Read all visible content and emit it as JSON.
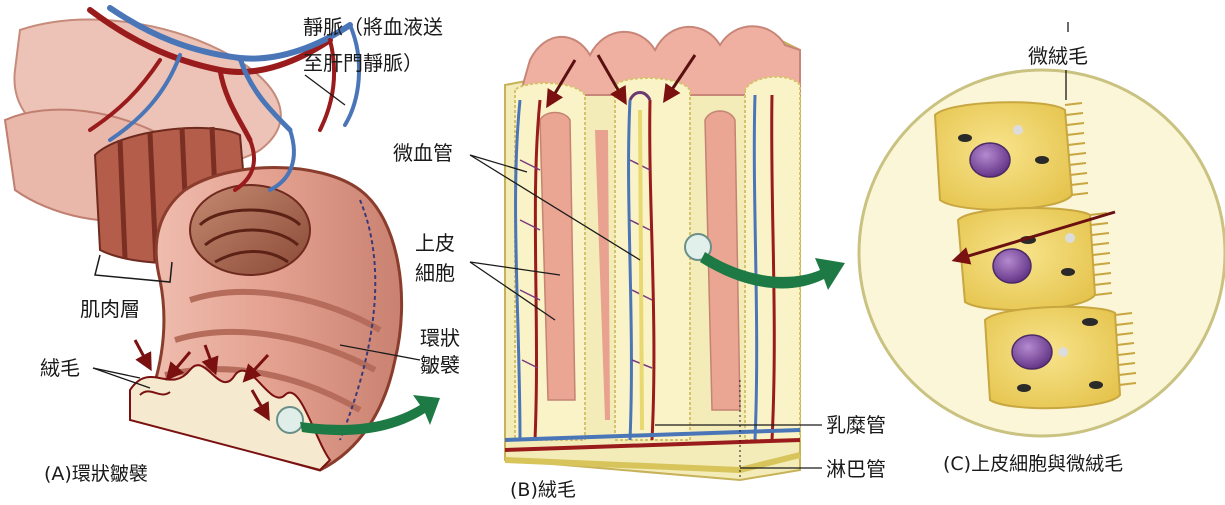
{
  "panel_a": {
    "caption": "(A)環狀皺襞",
    "labels": {
      "vein_line1": "靜脈（將血液送",
      "vein_line2": "至肝門靜脈）",
      "muscle": "肌肉層",
      "villi": "絨毛",
      "fold_line1": "環狀",
      "fold_line2": "皺襞"
    }
  },
  "panel_b": {
    "caption": "(B)絨毛",
    "labels": {
      "capillary": "微血管",
      "epi_line1": "上皮",
      "epi_line2": "細胞",
      "lacteal": "乳糜管",
      "lymph": "淋巴管"
    }
  },
  "panel_c": {
    "caption": "(C)上皮細胞與微絨毛",
    "labels": {
      "microvilli": "微絨毛"
    }
  },
  "colors": {
    "intestine_pink": "#e7a89a",
    "intestine_dark": "#8a3d2d",
    "vein_blue": "#4a76b8",
    "artery_red": "#9a1b1b",
    "villus_cream": "#f3ecb8",
    "green_arrow": "#1e7a45",
    "cell_yellow": "#f1d55c",
    "nucleus_purple": "#7a4c9a",
    "circle_bg": "#fbf6d8"
  }
}
